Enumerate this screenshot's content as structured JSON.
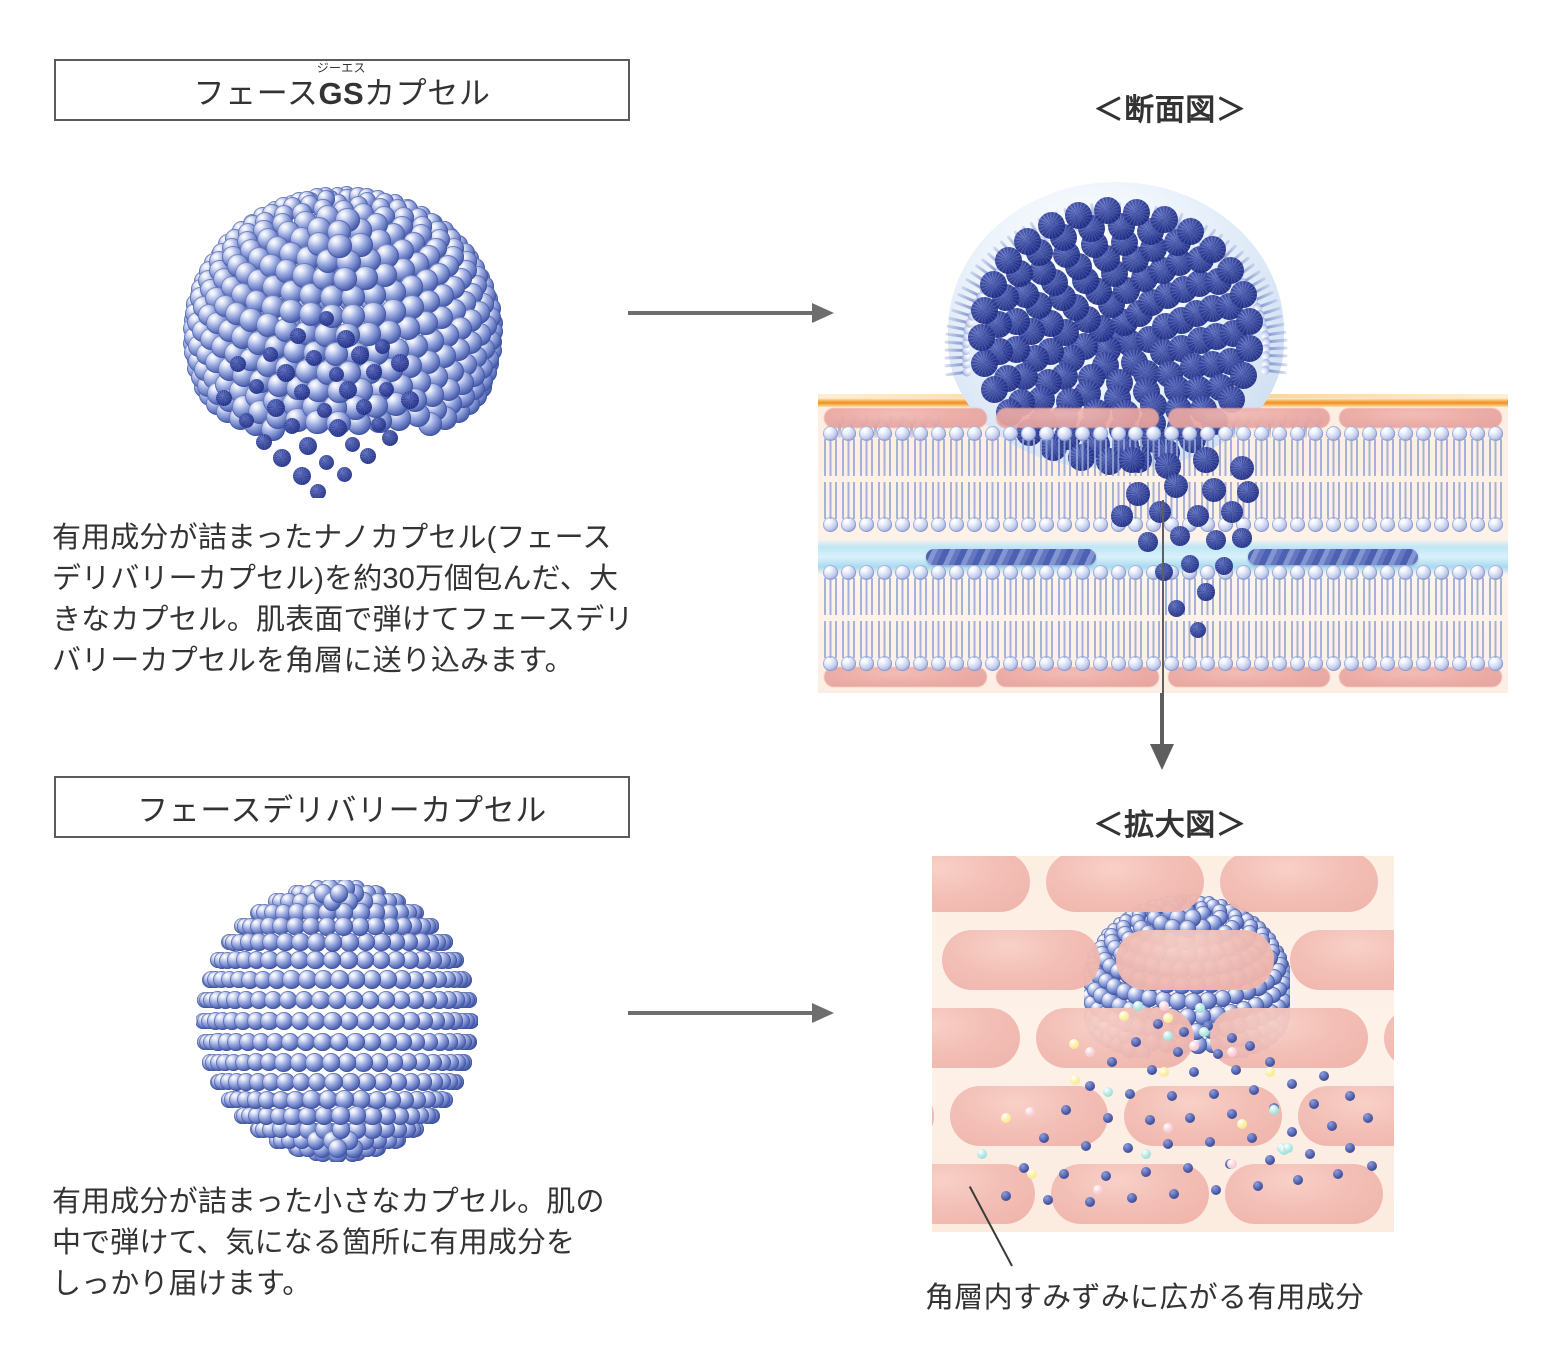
{
  "figure": {
    "panels": {
      "gs_capsule": {
        "title": "フェースGSカプセル",
        "title_base": "GS",
        "title_prefix": "フェース",
        "title_suffix": "カプセル",
        "title_ruby": "ジーエス",
        "description_lines": [
          "有用成分が詰まったナノカプセル(フェース",
          "デリバリーカプセル)を約30万個包んだ、大",
          "きなカプセル。肌表面で弾けてフェースデリ",
          "バリーカプセルを角層に送り込みます。"
        ]
      },
      "delivery_capsule": {
        "title": "フェースデリバリーカプセル",
        "description_lines": [
          "有用成分が詰まった小さなカプセル。肌の",
          "中で弾けて、気になる箇所に有用成分を",
          "しっかり届けます。"
        ]
      },
      "cross_section": {
        "heading": "＜断面図＞"
      },
      "enlarged_view": {
        "heading": "＜拡大図＞",
        "caption": "角層内すみずみに広がる有用成分"
      }
    },
    "arrows": {
      "top": "arrow-right",
      "middle": "arrow-down",
      "bottom": "arrow-right"
    },
    "colors": {
      "capsule_blue": "#4a5faf",
      "capsule_blue_dark": "#3a4c95",
      "nano_blue": "#5a6cba",
      "skin_base": "#fdf0e6",
      "corneocyte_pink": "#eba9a3",
      "surface_orange": "#f08e26",
      "water_band_cyan": "#bfe6f6",
      "arrow_gray": "#6e6e6e",
      "text_gray": "#333333",
      "border_gray": "#5b5b5b",
      "ingredient_cyan": "#7fd5cd",
      "ingredient_yellow": "#f4e27a",
      "ingredient_pink": "#f5bcc6"
    }
  }
}
